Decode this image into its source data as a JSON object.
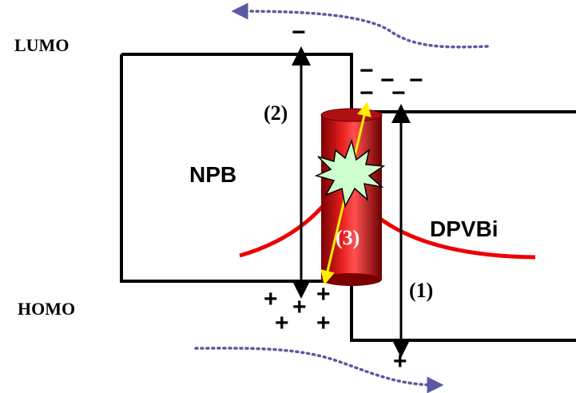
{
  "labels": {
    "lumo": "LUMO",
    "homo": "HOMO",
    "npb": "NPB",
    "dpvbi": "DPVBi",
    "step1": "(1)",
    "step2": "(2)",
    "step3": "(3)"
  },
  "charges": {
    "electron": "−",
    "hole": "+"
  },
  "colors": {
    "outline": "#000000",
    "emission_zone": "#cc1111",
    "recombination_arrow": "#ffee00",
    "exciton_burst": "#ccffcc",
    "profile_curve": "#ee0000",
    "flow_dots": "#5a5aa0"
  }
}
